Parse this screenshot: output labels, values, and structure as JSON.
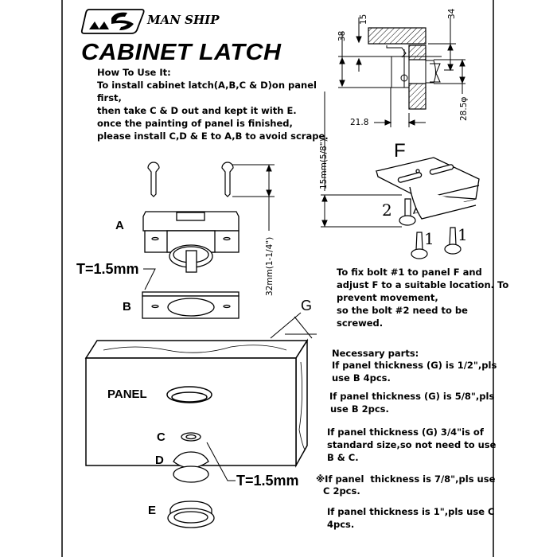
{
  "brand": {
    "name": "MAN SHIP",
    "logo_icon": "mountain-wave-logo"
  },
  "title": "CABINET LATCH",
  "instructions": {
    "heading": "How To Use It:",
    "lines": [
      "To install cabinet latch(A,B,C & D)on panel",
      "first,",
      "then take C & D out and kept it with E.",
      "once the painting of panel is finished,",
      "please install C,D & E to A,B to avoid scrape."
    ]
  },
  "dimensions": {
    "d15": "15",
    "d34": "34",
    "d38": "38",
    "d21_8": "21.8",
    "d28_5": "28.5φ",
    "bracket_height": "15mm(5/8\")",
    "screw_length": "32mm(1-1/4\")"
  },
  "parts": {
    "A": "A",
    "B": "B",
    "C": "C",
    "D": "D",
    "E": "E",
    "F": "F",
    "G": "G",
    "panel": "PANEL",
    "thickness_B": "T=1.5mm",
    "thickness_C": "T=1.5mm",
    "bolt2": "2",
    "bolt1a": "1",
    "bolt1b": "1"
  },
  "bracket_note": [
    "To fix bolt #1 to panel F and",
    "adjust F to a suitable location. To",
    "prevent movement,",
    "so the bolt #2 need to be",
    "screwed."
  ],
  "necessary_parts": {
    "heading": "Necessary parts:",
    "items": [
      [
        "If panel  thickness (G) is 1/2\",pls",
        "use B 4pcs."
      ],
      [
        "If panel  thickness (G) is 5/8\",pls",
        "use B 2pcs."
      ],
      [
        "If panel thickness (G) 3/4\"is of",
        "standard size,so not need to use",
        "B & C."
      ],
      [
        "※If panel  thickness is 7/8\",pls use",
        "  C 2pcs."
      ],
      [
        "If panel  thickness is 1\",pls use C",
        "4pcs."
      ]
    ]
  }
}
